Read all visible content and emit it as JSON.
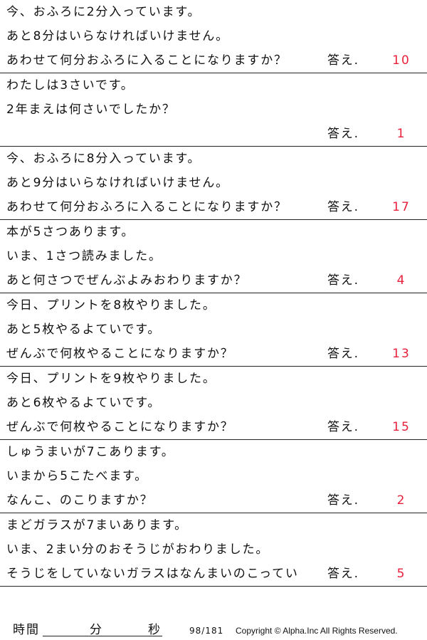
{
  "answer_label": "答え.",
  "problems": [
    {
      "lines": [
        "今、おふろに2分入っています。",
        "あと8分はいらなければいけません。",
        "あわせて何分おふろに入ることになりますか？"
      ],
      "answer": "10"
    },
    {
      "lines": [
        "わたしは3さいです。",
        "2年まえは何さいでしたか？",
        ""
      ],
      "answer": "1"
    },
    {
      "lines": [
        "今、おふろに8分入っています。",
        "あと9分はいらなければいけません。",
        "あわせて何分おふろに入ることになりますか？"
      ],
      "answer": "17"
    },
    {
      "lines": [
        "本が5さつあります。",
        "いま、1さつ読みました。",
        "あと何さつでぜんぶよみおわりますか？"
      ],
      "answer": "4"
    },
    {
      "lines": [
        "今日、プリントを8枚やりました。",
        "あと5枚やるよていです。",
        "ぜんぶで何枚やることになりますか？"
      ],
      "answer": "13"
    },
    {
      "lines": [
        "今日、プリントを9枚やりました。",
        "あと6枚やるよていです。",
        "ぜんぶで何枚やることになりますか？"
      ],
      "answer": "15"
    },
    {
      "lines": [
        "しゅうまいが7こあります。",
        "いまから5こたべます。",
        "なんこ、のこりますか？"
      ],
      "answer": "2"
    },
    {
      "lines": [
        "まどガラスが7まいあります。",
        "いま、2まい分のおそうじがおわりました。",
        "そうじをしていないガラスはなんまいのこってい"
      ],
      "answer": "5"
    }
  ],
  "footer": {
    "time_label": "時間",
    "minutes_label": "分",
    "seconds_label": "秒",
    "page_number": "98/181",
    "copyright": "Copyright ©  Alpha.Inc All Rights Reserved."
  }
}
